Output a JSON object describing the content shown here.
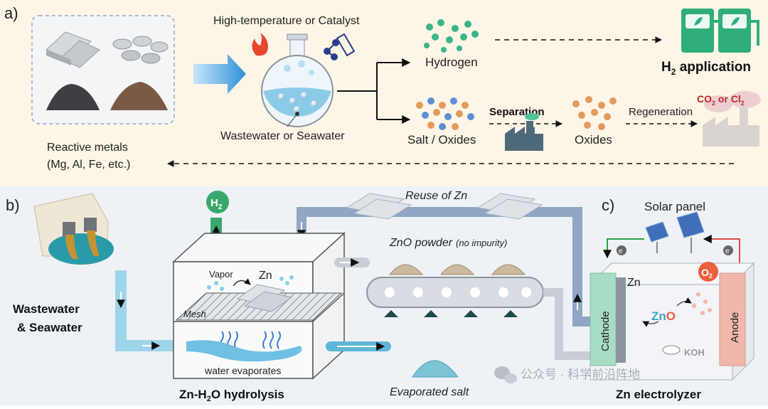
{
  "panel_a": {
    "label": "a)",
    "catalyst_label": "High-temperature or Catalyst",
    "flask_label": "Wastewater or Seawater",
    "metals_label_1": "Reactive metals",
    "metals_label_2": "(Mg, Al, Fe, etc.)",
    "hydrogen_label": "Hydrogen",
    "h2_app_main": "H",
    "h2_app_sub": "2",
    "h2_app_rest": " application",
    "salt_label": "Salt / Oxides",
    "separation_label": "Separation",
    "oxides_label": "Oxides",
    "regeneration_label": "Regeneration",
    "emission_co": "CO",
    "emission_sub1": "2",
    "emission_or": " or Cl",
    "emission_sub2": "2"
  },
  "panel_b": {
    "label": "b)",
    "wastewater_1": "Wastewater",
    "wastewater_2": "& Seawater",
    "h2_bubble": "H",
    "h2_bubble_sub": "2",
    "vapor_label": "Vapor",
    "zn_label": "Zn",
    "mesh_label": "Mesh",
    "evaporates_label": "water evaporates",
    "hydrolysis_title": "Zn-H",
    "hydrolysis_sub": "2",
    "hydrolysis_rest": "O hydrolysis",
    "reuse_label": "Reuse of Zn",
    "zno_powder_label": "ZnO powder",
    "no_impurity_label": "(no impurity)",
    "evaporated_salt_label": "Evaporated salt"
  },
  "panel_c": {
    "label": "c)",
    "solar_label": "Solar panel",
    "zn_label": "Zn",
    "o2_main": "O",
    "o2_sub": "2",
    "cathode_label": "Cathode",
    "anode_label": "Anode",
    "zno_zn": "Zn",
    "zno_o": "O",
    "electron_label": "e",
    "koh_label": "KOH",
    "electrolyzer_title": "Zn electrolyzer"
  },
  "watermark": "公众号 · 科学前沿阵地",
  "colors": {
    "panel_a_bg": "#fdf5e6",
    "panel_b_bg": "#eef2f6",
    "pipe": "#8fa6c4",
    "water_pipe": "#9fd4ea",
    "hydrogen_dot": "#3bb58a",
    "oxide_dot": "#e39a5a",
    "salt_dot": "#5b8fd6",
    "cathode": "#a8dcc4",
    "anode": "#f0b8ac",
    "o2_badge": "#e8603c",
    "h2_badge": "#3aa86c"
  }
}
